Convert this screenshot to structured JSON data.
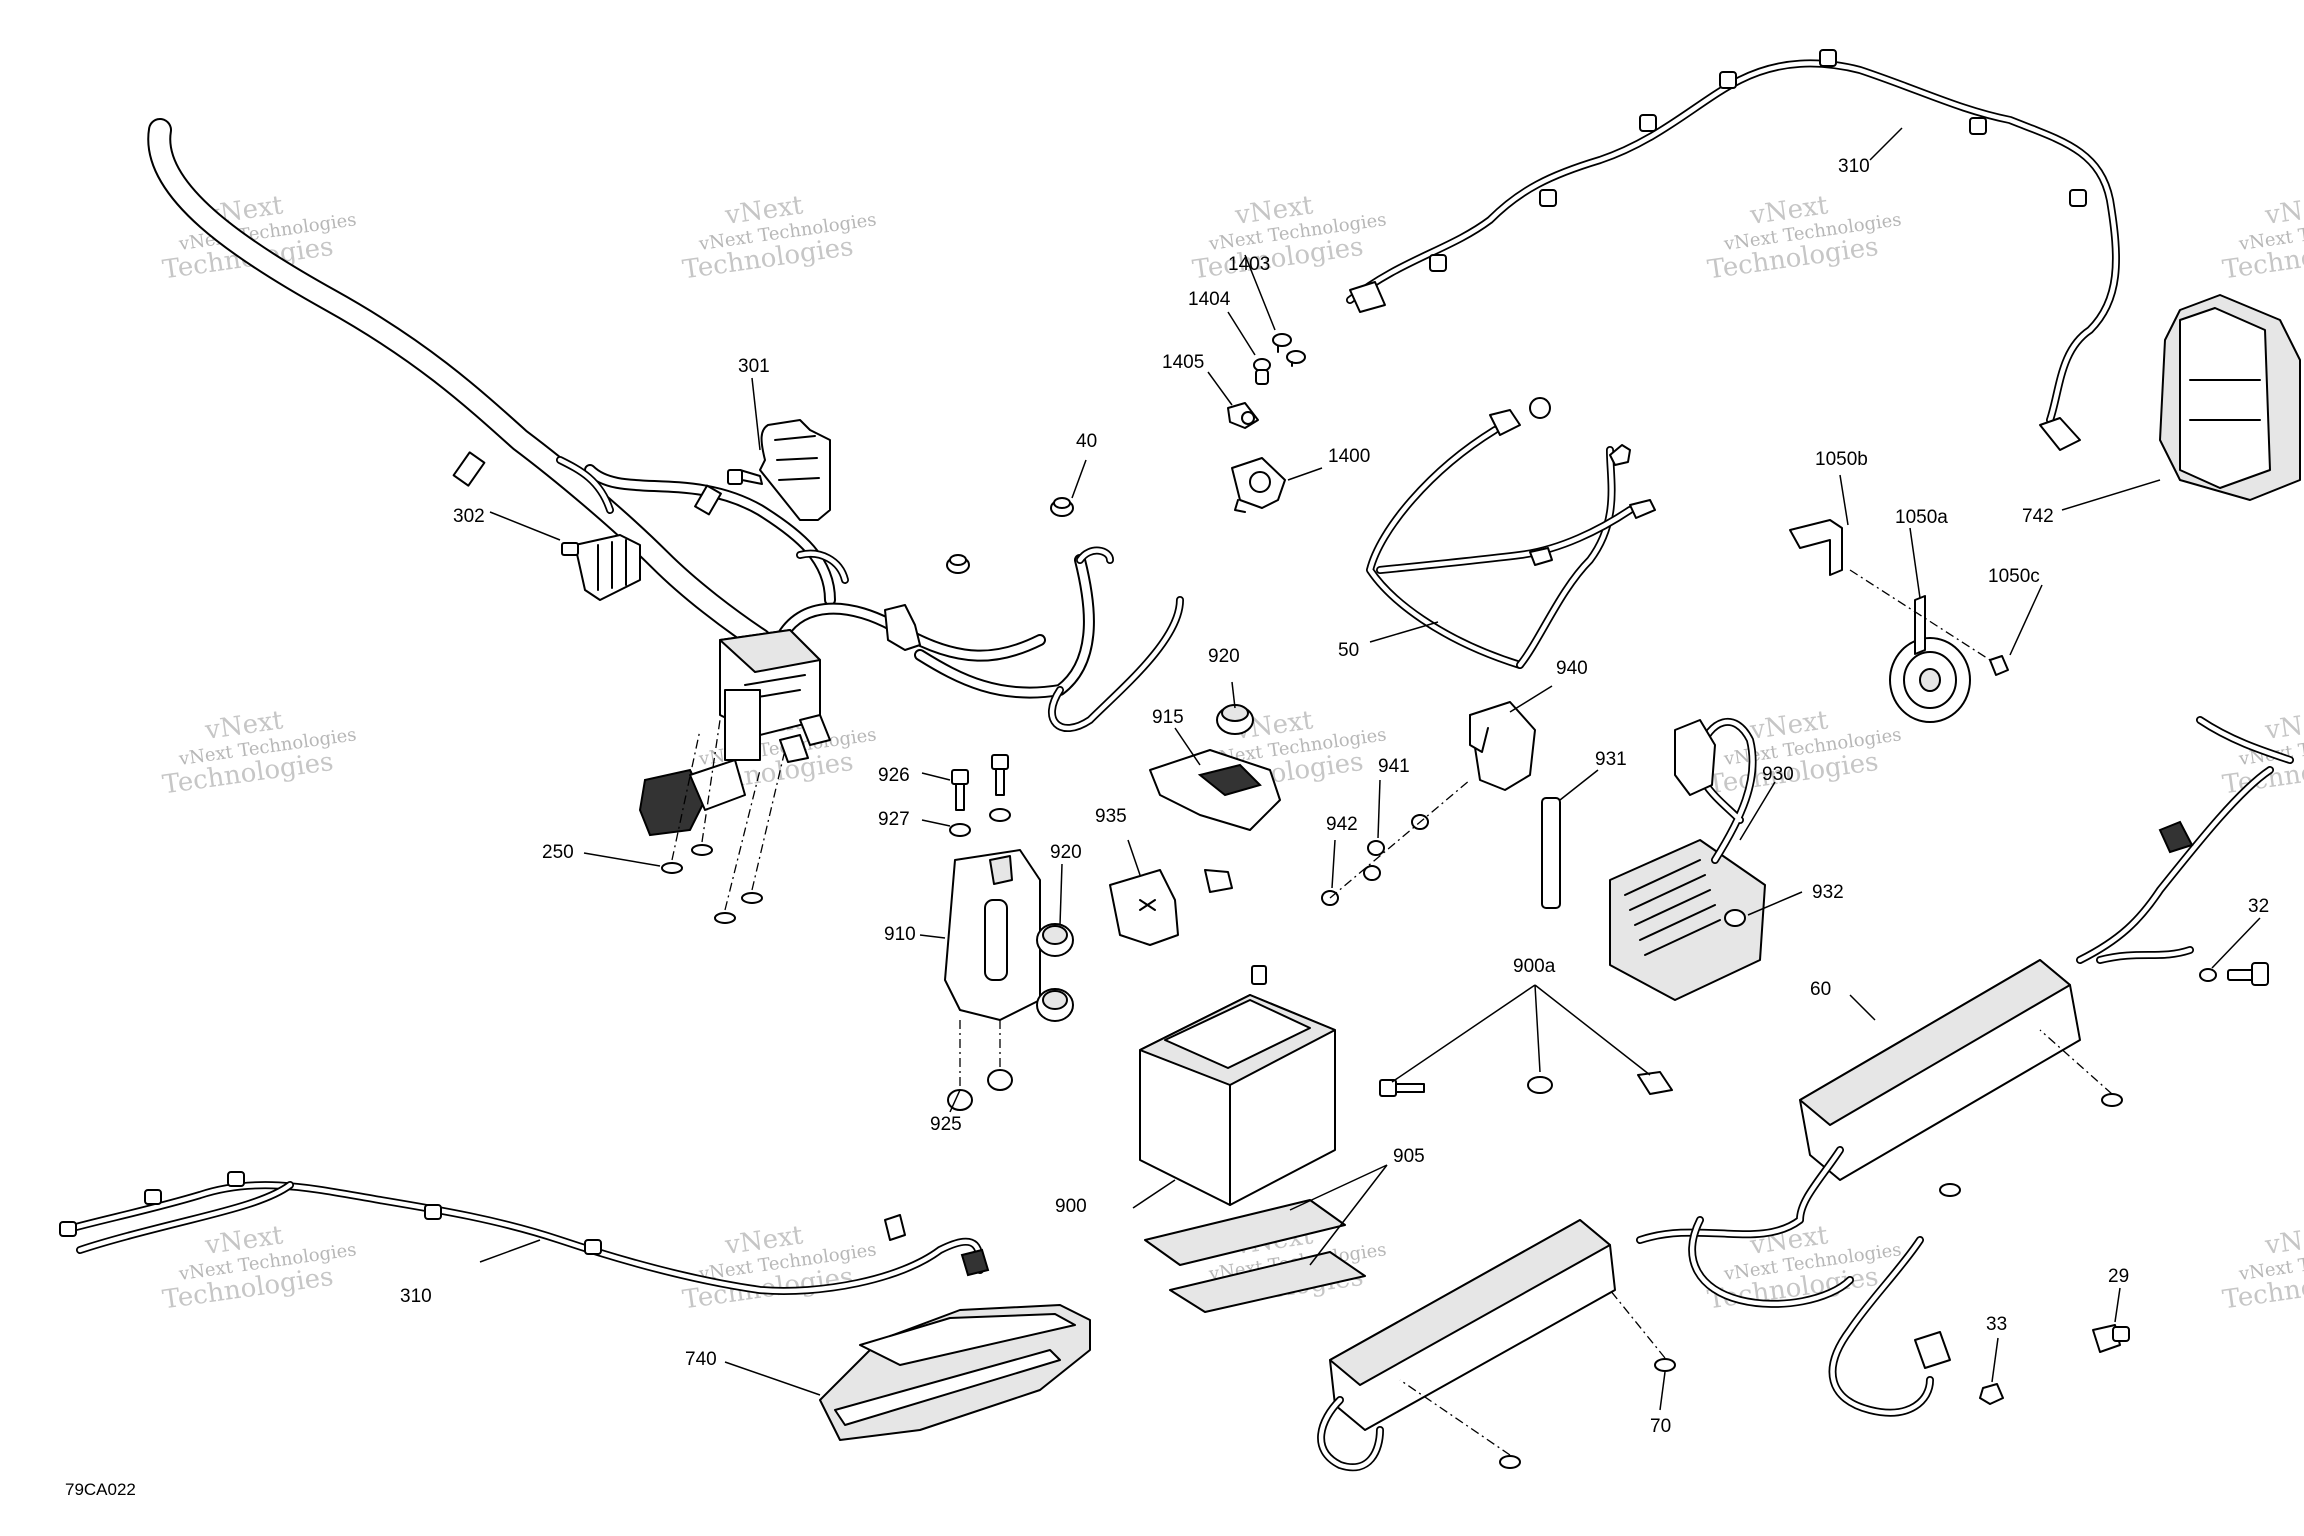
{
  "diagram": {
    "reference_code": "79CA022",
    "watermark": {
      "line1": "vNext Technologies",
      "line2": "Technologies",
      "echo": "vNext"
    },
    "callouts": {
      "c301": "301",
      "c302": "302",
      "c40": "40",
      "c1403": "1403",
      "c1404": "1404",
      "c1405": "1405",
      "c1400": "1400",
      "c50": "50",
      "c310a": "310",
      "c742": "742",
      "c1050b": "1050b",
      "c1050a": "1050a",
      "c1050c": "1050c",
      "c920a": "920",
      "c915": "915",
      "c940": "940",
      "c941": "941",
      "c942": "942",
      "c931": "931",
      "c930": "930",
      "c932": "932",
      "c926": "926",
      "c927": "927",
      "c920b": "920",
      "c935": "935",
      "c910": "910",
      "c250": "250",
      "c925": "925",
      "c900a": "900a",
      "c900": "900",
      "c905": "905",
      "c60": "60",
      "c32": "32",
      "c29": "29",
      "c33": "33",
      "c70": "70",
      "c310b": "310",
      "c740": "740"
    }
  }
}
